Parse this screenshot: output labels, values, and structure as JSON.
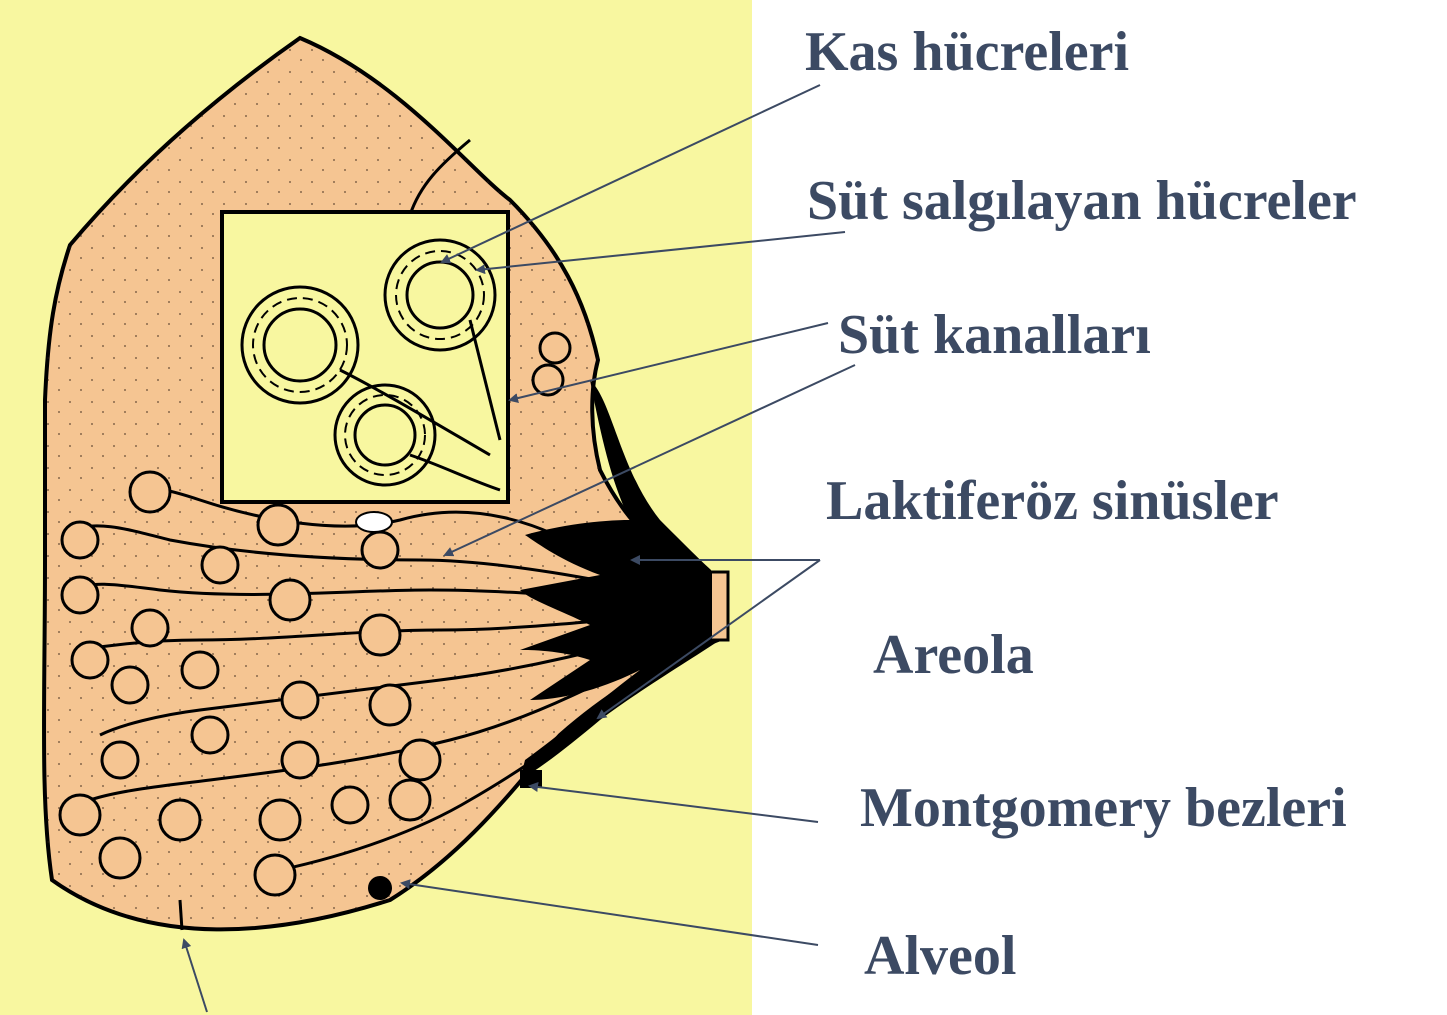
{
  "labels": {
    "muscle_cells": "Kas hücreleri",
    "milk_secreting_cells": "Süt salgılayan hücreler",
    "milk_ducts": "Süt kanalları",
    "lactiferous_sinuses": "Laktiferöz sinüsler",
    "areola": "Areola",
    "montgomery_glands": "Montgomery bezleri",
    "alveolus": "Alveol"
  },
  "colors": {
    "background_panel": "#f8f7a0",
    "tissue": "#f5c592",
    "label_text": "#3c4a63",
    "leader_line": "#3c4a63",
    "outline": "#000000"
  }
}
